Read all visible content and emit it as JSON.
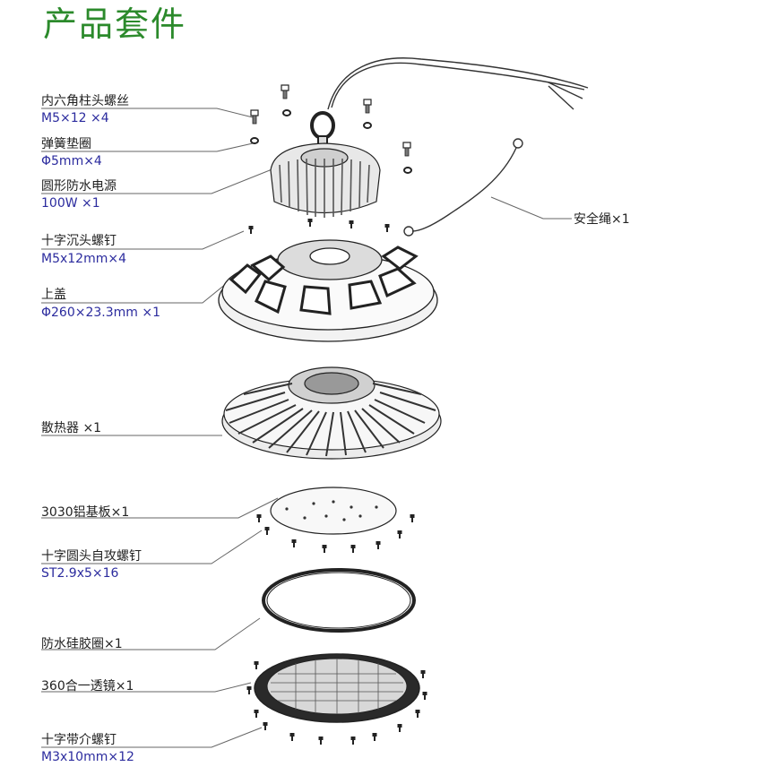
{
  "title": "产品套件",
  "parts": [
    {
      "name": "内六角柱头螺丝",
      "spec": "M5×12 ×4"
    },
    {
      "name": "弹簧垫圈",
      "spec": "Φ5mm×4"
    },
    {
      "name": "圆形防水电源",
      "spec": "100W ×1"
    },
    {
      "name": "十字沉头螺钉",
      "spec": "M5x12mm×4"
    },
    {
      "name": "上盖",
      "spec": "Φ260×23.3mm ×1"
    },
    {
      "name": "散热器 ×1",
      "spec": ""
    },
    {
      "name": "3030铝基板×1",
      "spec": ""
    },
    {
      "name": "十字圆头自攻螺钉",
      "spec": "ST2.9x5×16"
    },
    {
      "name": "防水硅胶圈×1",
      "spec": ""
    },
    {
      "name": "360合一透镜×1",
      "spec": ""
    },
    {
      "name": "十字带介螺钉",
      "spec": "M3x10mm×12"
    }
  ],
  "right_label": "安全绳×1",
  "colors": {
    "title": "#2b8a2b",
    "spec": "#2b2b9e",
    "line": "#555555"
  }
}
